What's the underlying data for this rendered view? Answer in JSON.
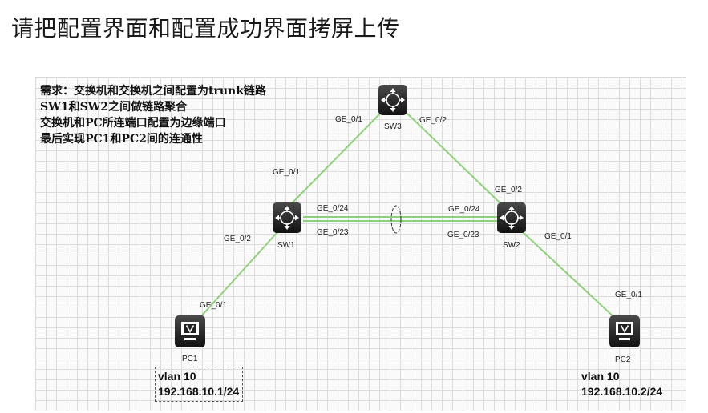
{
  "instruction": "请把配置界面和配置成功界面拷屏上传",
  "requirements": [
    "需求：交换机和交换机之间配置为trunk链路",
    "SW1和SW2之间做链路聚合",
    "交换机和PC所连端口配置为边缘端口",
    "最后实现PC1和PC2间的连通性"
  ],
  "devices": {
    "sw1": "SW1",
    "sw2": "SW2",
    "sw3": "SW3",
    "pc1": "PC1",
    "pc2": "PC2"
  },
  "ports": {
    "sw3_left": "GE_0/1",
    "sw3_right": "GE_0/2",
    "sw1_up": "GE_0/1",
    "sw1_g24": "GE_0/24",
    "sw1_g23": "GE_0/23",
    "sw1_down": "GE_0/2",
    "pc1_port": "GE_0/1",
    "sw2_up": "GE_0/2",
    "sw2_g24": "GE_0/24",
    "sw2_g23": "GE_0/23",
    "sw2_down": "GE_0/1",
    "pc2_port": "GE_0/1"
  },
  "pc1_net": {
    "vlan": "vlan 10",
    "ip": "192.168.10.1/24"
  },
  "pc2_net": {
    "vlan": "vlan 10",
    "ip": "192.168.10.2/24"
  },
  "colors": {
    "link": "#8fd17a",
    "device": "#2b2b2b",
    "grid": "#dcdcdc"
  },
  "icons": {
    "switch": "switch-icon",
    "pc": "monitor-icon",
    "aggregation": "link-aggregation-ellipse"
  }
}
